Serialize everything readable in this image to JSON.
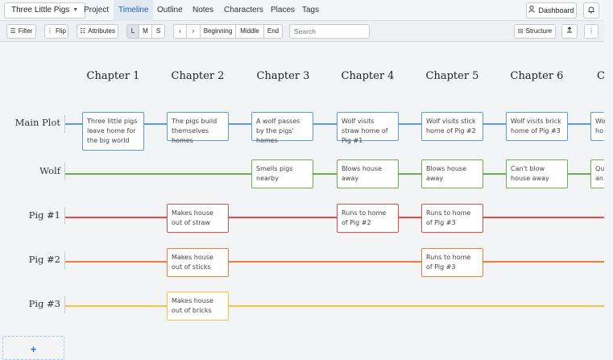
{
  "nav": {
    "project": "Three Little Pigs",
    "tabs": [
      "Project",
      "Timeline",
      "Outline",
      "Notes",
      "Characters",
      "Places",
      "Tags"
    ],
    "active_tab": "Timeline",
    "dashboard": "Dashboard"
  },
  "toolbar": {
    "filter": "Filter",
    "flip": "Flip",
    "attributes": "Attributes",
    "size_l": "L",
    "size_m": "M",
    "size_s": "S",
    "beginning": "Beginning",
    "middle": "Middle",
    "end": "End",
    "search_placeholder": "Search",
    "structure": "Structure"
  },
  "chapters": [
    "Chapter 1",
    "Chapter 2",
    "Chapter 3",
    "Chapter 4",
    "Chapter 5",
    "Chapter 6",
    "C"
  ],
  "tracks": [
    {
      "name": "Main Plot",
      "color": "#5b9bde"
    },
    {
      "name": "Wolf",
      "color": "#6ab04c"
    },
    {
      "name": "Pig #1",
      "color": "#e04b4b"
    },
    {
      "name": "Pig #2",
      "color": "#f07b3f"
    },
    {
      "name": "Pig #3",
      "color": "#f5c242"
    }
  ],
  "cards": {
    "main": [
      "Three little pigs leave home for the big world",
      "The pigs build themselves homes",
      "A wolf passes by the pigs' homes",
      "Wolf visits straw home of Pig #1",
      "Wolf visits stick home of Pig #2",
      "Wolf visits brick home of Pig #3",
      "Wo ho"
    ],
    "wolf": [
      "Smells pigs nearby",
      "Blows house away",
      "Blows house away",
      "Can't blow house away",
      "Qu an"
    ],
    "pig1": [
      "Makes house out of straw",
      "Runs to home of Pig #2",
      "Runs to home of Pig #3"
    ],
    "pig2": [
      "Makes house out of sticks",
      "Runs to home of Pig #3"
    ],
    "pig3": [
      "Makes house out of bricks"
    ]
  },
  "add_track": "+"
}
